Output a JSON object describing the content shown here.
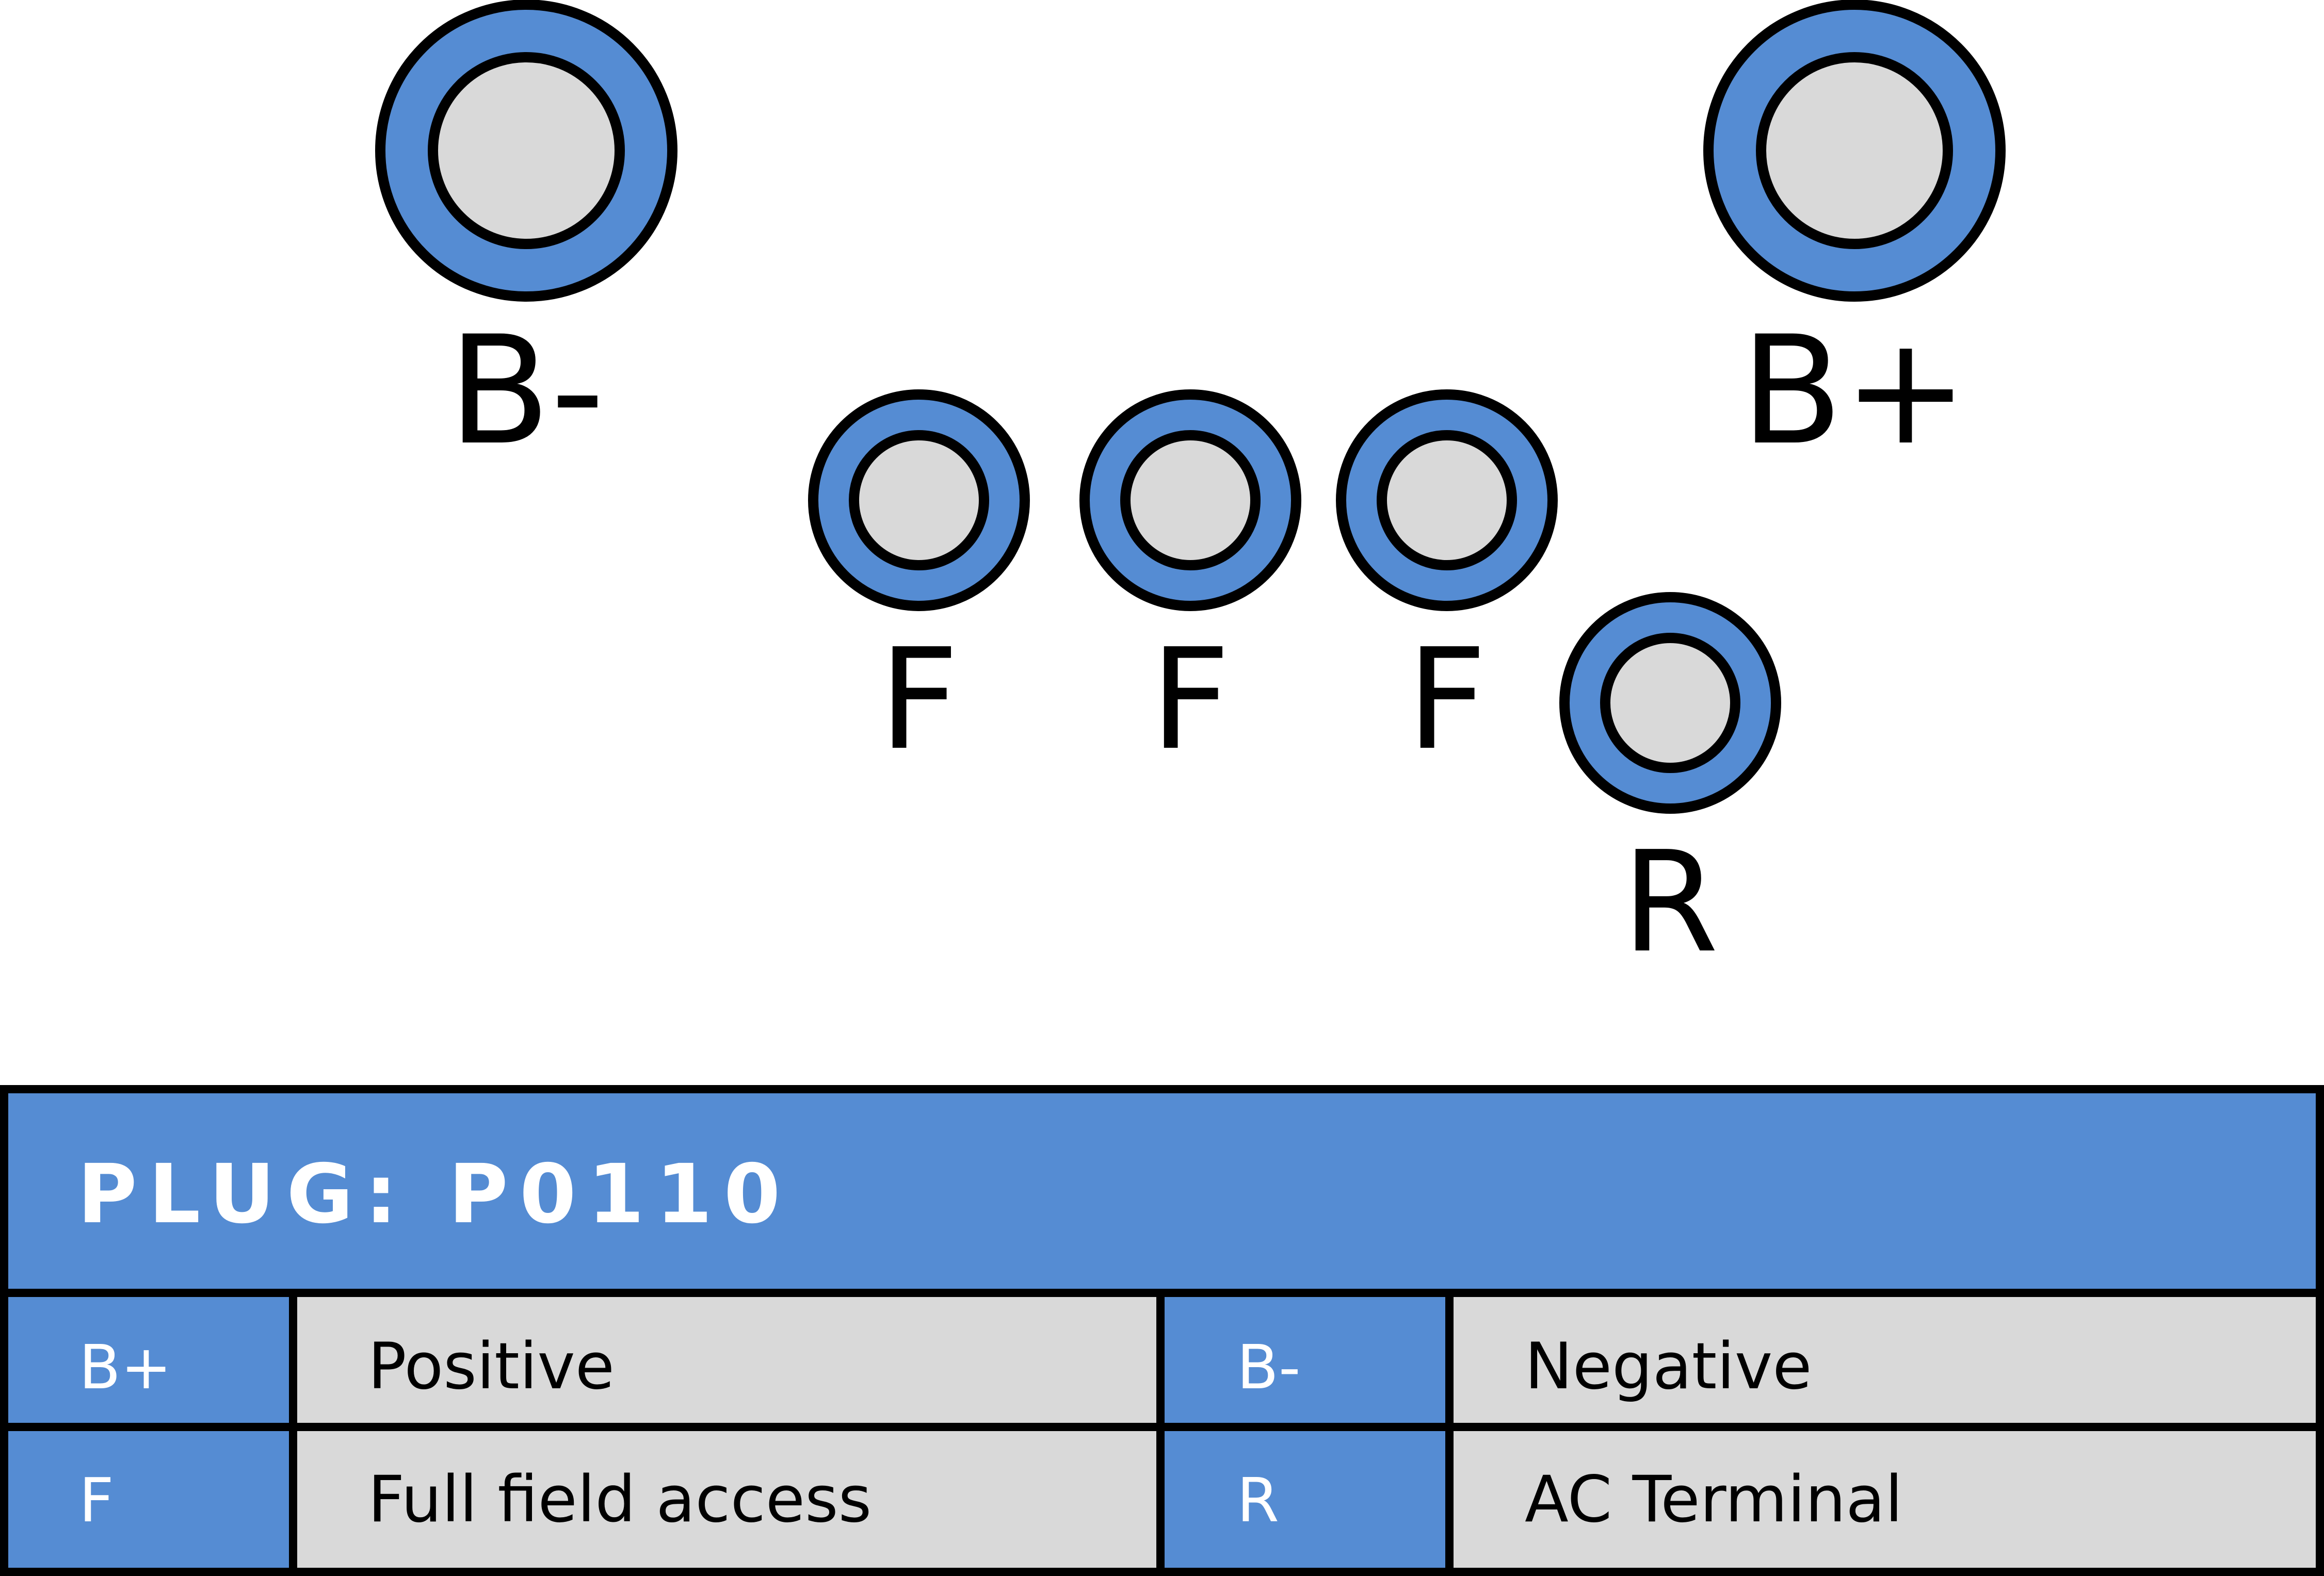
{
  "colors": {
    "terminal_ring": "#558cd3",
    "terminal_core": "#d9d9d9",
    "outline": "#000000",
    "header_bg": "#558cd3",
    "key_cell_bg": "#558cd3",
    "desc_cell_bg": "#d9d9d9"
  },
  "terminals": [
    {
      "label": "B-"
    },
    {
      "label": "B+"
    },
    {
      "label": "F"
    },
    {
      "label": "F"
    },
    {
      "label": "F"
    },
    {
      "label": "R"
    }
  ],
  "legend": {
    "title": "PLUG: P0110",
    "rows": [
      [
        {
          "key": "B+",
          "description": "Positive"
        },
        {
          "key": "B-",
          "description": "Negative"
        }
      ],
      [
        {
          "key": "F",
          "description": "Full field access"
        },
        {
          "key": "R",
          "description": "AC Terminal"
        }
      ]
    ]
  }
}
